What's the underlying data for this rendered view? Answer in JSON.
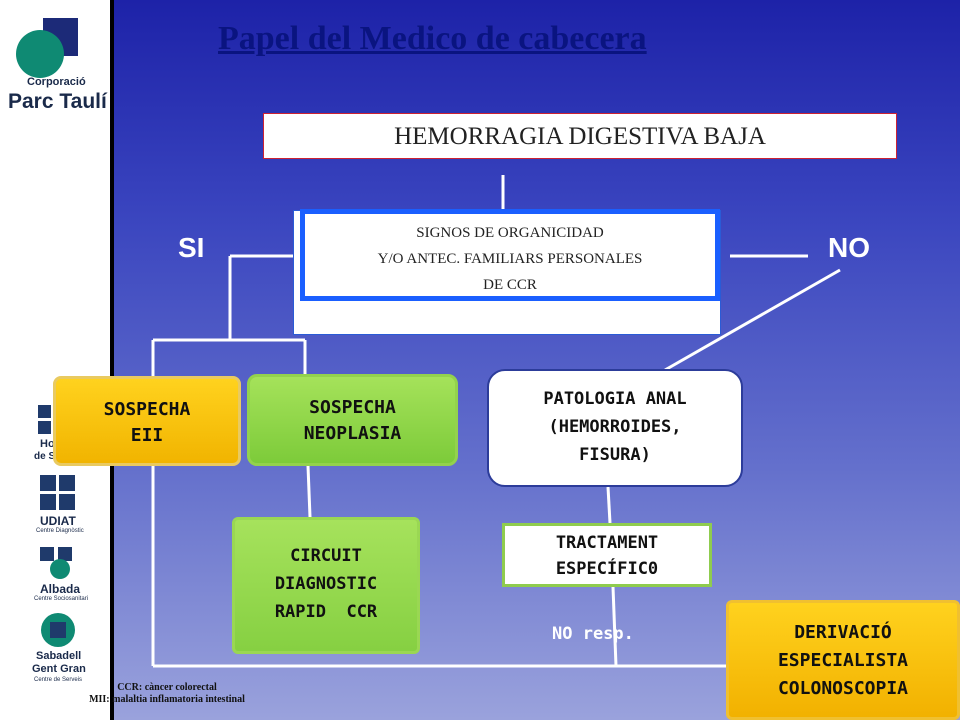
{
  "title": "Papel del Medico de cabecera",
  "logo": {
    "line1": "Corporació",
    "line2": "Parc Taulí"
  },
  "side_logos": [
    {
      "name": "Ho de Sa",
      "line1": "Ho",
      "line2": "de Sa"
    },
    {
      "name": "UDIAT",
      "line1": "UDIAT",
      "line2": "Centre Diagnòstic"
    },
    {
      "name": "Albada",
      "line1": "Albada",
      "line2": "Centre Sociosanitari"
    },
    {
      "name": "Sabadell Gent Gran",
      "line1": "Sabadell",
      "line2": "Gent Gran",
      "line3": "Centre de Serveis"
    }
  ],
  "nodes": {
    "hdb": "HEMORRAGIA DIGESTIVA BAJA",
    "signos": [
      "SIGNOS DE ORGANICIDAD",
      "Y/O ANTEC. FAMILIARS PERSONALES",
      "DE CCR"
    ],
    "si": "SI",
    "no": "NO",
    "eii": [
      "SOSPECHA",
      "EII"
    ],
    "neoplasia": [
      "SOSPECHA",
      "NEOPLASIA"
    ],
    "patologia": [
      "PATOLOGIA ANAL",
      "(HEMORROIDES,",
      "FISURA)"
    ],
    "circuit": [
      "CIRCUIT",
      "DIAGNOSTIC",
      "RAPID  CCR"
    ],
    "tractament": [
      "TRACTAMENT",
      "ESPECÍFIC0"
    ],
    "no_resp": "NO resp.",
    "derivacio": [
      "DERIVACIÓ",
      "ESPECIALISTA",
      "COLONOSCOPIA"
    ]
  },
  "footnotes": [
    "CCR: càncer colorectal",
    "MII: malaltia inflamatoria intestinal"
  ],
  "colors": {
    "background_top": "#1d22a8",
    "background_bottom": "#9aa2dc",
    "highlight_yellow": "#ffd21e",
    "highlight_green": "#8fd24a",
    "title": "#0a1480"
  }
}
